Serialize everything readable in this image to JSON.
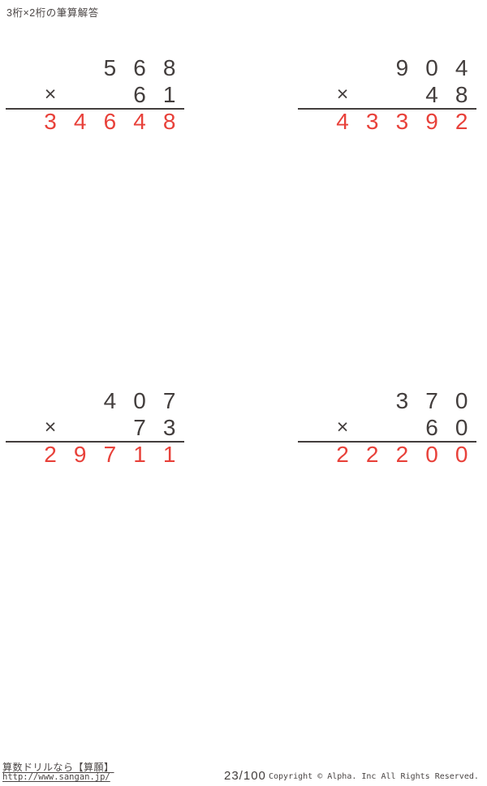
{
  "header": {
    "title": "3桁×2桁の筆算解答"
  },
  "operator": "×",
  "problems": [
    {
      "multiplicand": "568",
      "multiplier": "61",
      "product": "34648"
    },
    {
      "multiplicand": "904",
      "multiplier": "48",
      "product": "43392"
    },
    {
      "multiplicand": "407",
      "multiplier": "73",
      "product": "29711"
    },
    {
      "multiplicand": "370",
      "multiplier": "60",
      "product": "22200"
    }
  ],
  "footer": {
    "site_label": "算数ドリルなら【算願】",
    "site_url": "http://www.sangan.jp/",
    "page_number": "23/100",
    "copyright": "Copyright © Alpha. Inc All Rights Reserved."
  },
  "colors": {
    "ink": "#433e3d",
    "answer_red": "#e8413a"
  }
}
